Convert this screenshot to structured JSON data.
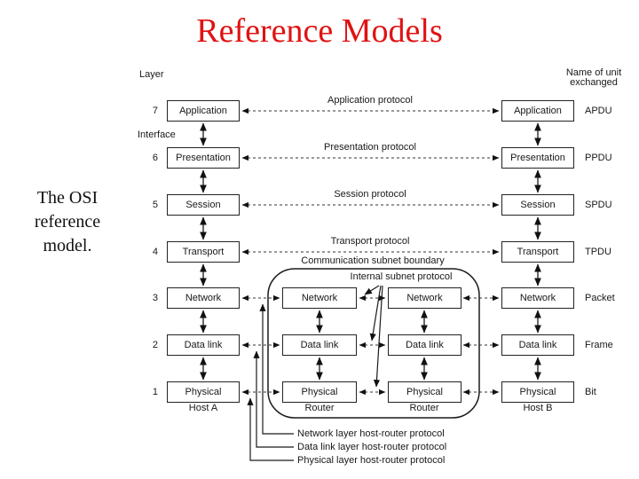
{
  "title": "Reference Models",
  "caption": "The OSI\nreference\nmodel.",
  "colors": {
    "title_red": "#e01212",
    "ink": "#181818"
  },
  "diagram": {
    "layer_axis_label": "Layer",
    "interface_label": "Interface",
    "unit_header": "Name of unit\nexchanged",
    "layer_numbers": [
      "7",
      "6",
      "5",
      "4",
      "3",
      "2",
      "1"
    ],
    "units": [
      "APDU",
      "PPDU",
      "SPDU",
      "TPDU",
      "Packet",
      "Frame",
      "Bit"
    ],
    "protocols": [
      "Application protocol",
      "Presentation protocol",
      "Session protocol",
      "Transport protocol"
    ],
    "subnet_boundary_label": "Communication subnet boundary",
    "internal_subnet_label": "Internal subnet protocol",
    "columns": {
      "host_a": {
        "label": "Host A",
        "layers": [
          "Application",
          "Presentation",
          "Session",
          "Transport",
          "Network",
          "Data link",
          "Physical"
        ]
      },
      "router_1": {
        "label": "Router",
        "layers": [
          "Network",
          "Data link",
          "Physical"
        ]
      },
      "router_2": {
        "label": "Router",
        "layers": [
          "Network",
          "Data link",
          "Physical"
        ]
      },
      "host_b": {
        "label": "Host B",
        "layers": [
          "Application",
          "Presentation",
          "Session",
          "Transport",
          "Network",
          "Data link",
          "Physical"
        ]
      }
    },
    "bottom_protocols": [
      "Network layer host-router protocol",
      "Data link layer host-router protocol",
      "Physical layer host-router protocol"
    ]
  }
}
